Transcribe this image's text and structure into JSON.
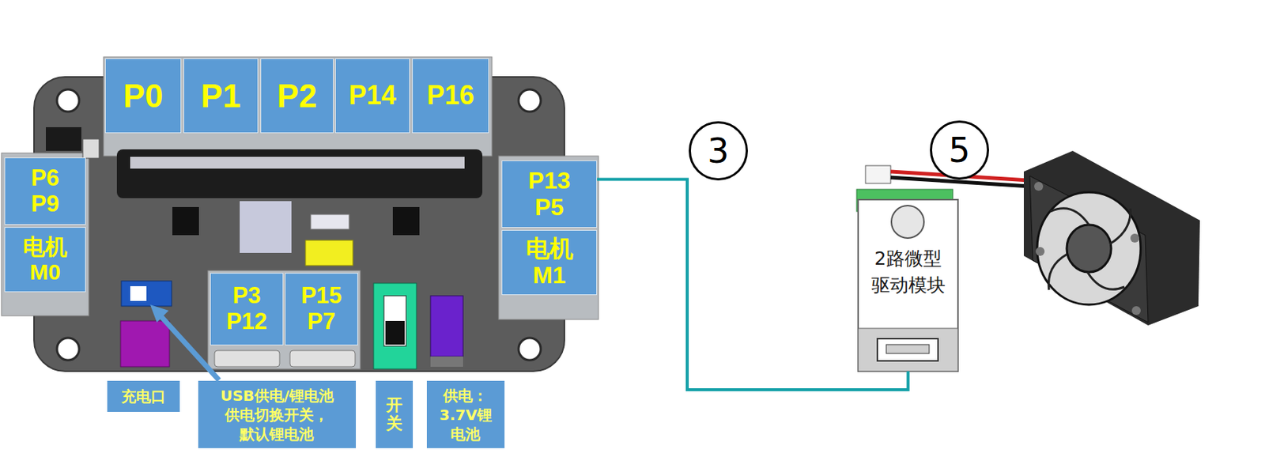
{
  "diagram": {
    "nodes": [
      {
        "text": [
          "P0"
        ]
      },
      {
        "text": [
          "P1"
        ]
      },
      {
        "text": [
          "P2"
        ]
      },
      {
        "text": [
          "P14"
        ]
      },
      {
        "text": [
          "P16"
        ]
      },
      {
        "text": [
          "P6 P9"
        ]
      },
      {
        "text": [
          "电机 M0"
        ]
      },
      {
        "text": [
          "P13 P5"
        ]
      },
      {
        "text": [
          "电机 M1"
        ]
      },
      {
        "text": [
          "P3 P12"
        ]
      },
      {
        "text": [
          "P15 P7"
        ]
      },
      {
        "text": [
          "充电口"
        ]
      },
      {
        "text": [
          "USB供电/锂电池 供电切换开关， 默认锂电池"
        ]
      },
      {
        "text": [
          "开关"
        ]
      },
      {
        "text": [
          "供电： 3.7V锂 电池"
        ]
      },
      {
        "text": [
          "3"
        ]
      },
      {
        "text": [
          "5"
        ]
      },
      {
        "text": [
          "2路微型 驱动模块"
        ]
      }
    ],
    "edges": [
      {
        "from": 7,
        "to": 17,
        "arrow": "none"
      }
    ]
  }
}
